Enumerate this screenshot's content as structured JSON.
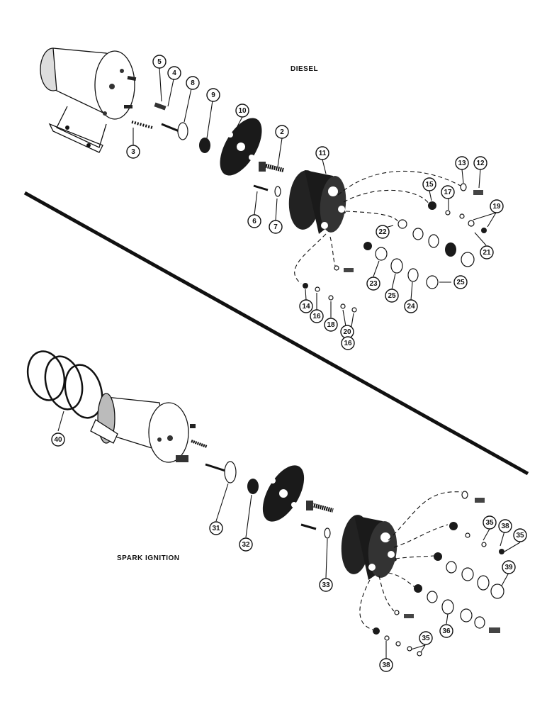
{
  "labels": {
    "diesel": "DIESEL",
    "spark_ignition": "SPARK IGNITION"
  },
  "callouts": [
    "5",
    "4",
    "8",
    "9",
    "10",
    "3",
    "2",
    "11",
    "13",
    "12",
    "15",
    "17",
    "19",
    "6",
    "7",
    "22",
    "21",
    "23",
    "25",
    "24",
    "25",
    "14",
    "16",
    "18",
    "20",
    "16",
    "40",
    "31",
    "32",
    "33",
    "35",
    "38",
    "35",
    "39",
    "36",
    "35",
    "38"
  ]
}
